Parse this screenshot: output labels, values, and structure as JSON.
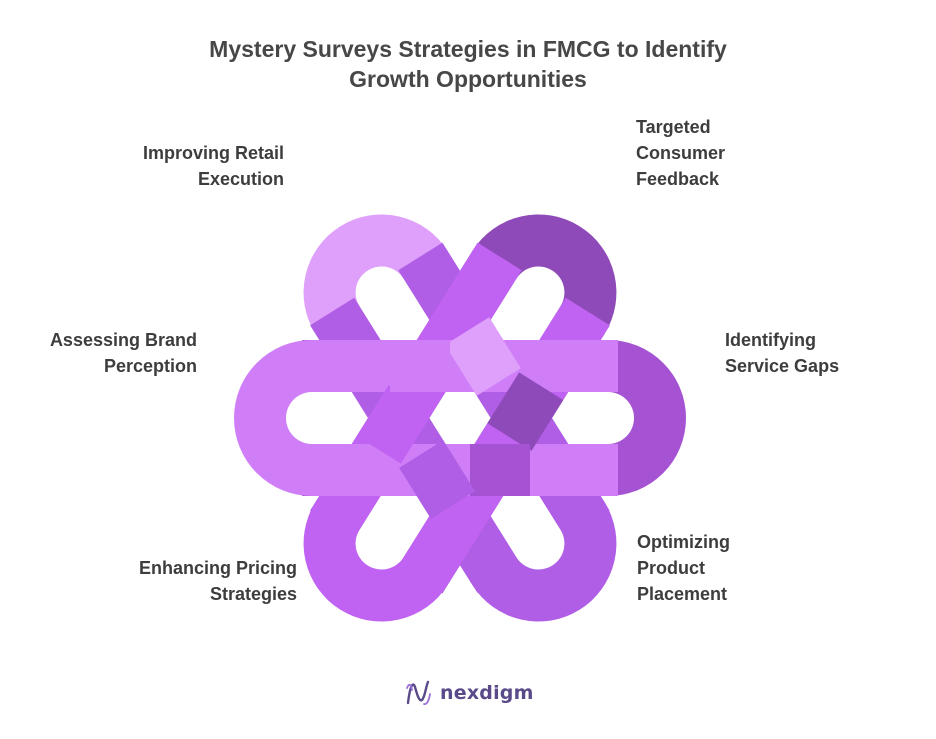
{
  "title": {
    "line1": "Mystery Surveys Strategies in FMCG to Identify",
    "line2": "Growth Opportunities"
  },
  "loops": [
    {
      "id": "improving-retail-execution",
      "label_lines": [
        "Improving Retail",
        "Execution"
      ],
      "color": "#dea0fa"
    },
    {
      "id": "targeted-consumer-feedback",
      "label_lines": [
        "Targeted",
        "Consumer",
        "Feedback"
      ],
      "color": "#8e4ab8"
    },
    {
      "id": "identifying-service-gaps",
      "label_lines": [
        "Identifying",
        "Service Gaps"
      ],
      "color": "#a552d3"
    },
    {
      "id": "optimizing-product-placement",
      "label_lines": [
        "Optimizing",
        "Product",
        "Placement"
      ],
      "color": "#b05ee6"
    },
    {
      "id": "enhancing-pricing-strategies",
      "label_lines": [
        "Enhancing Pricing",
        "Strategies"
      ],
      "color": "#c062f2"
    },
    {
      "id": "assessing-brand-perception",
      "label_lines": [
        "Assessing Brand",
        "Perception"
      ],
      "color": "#d07ef8"
    }
  ],
  "brand": {
    "name": "nexdigm",
    "logo_icon": "nexdigm-wave-icon",
    "color": "#5a4a8a"
  }
}
